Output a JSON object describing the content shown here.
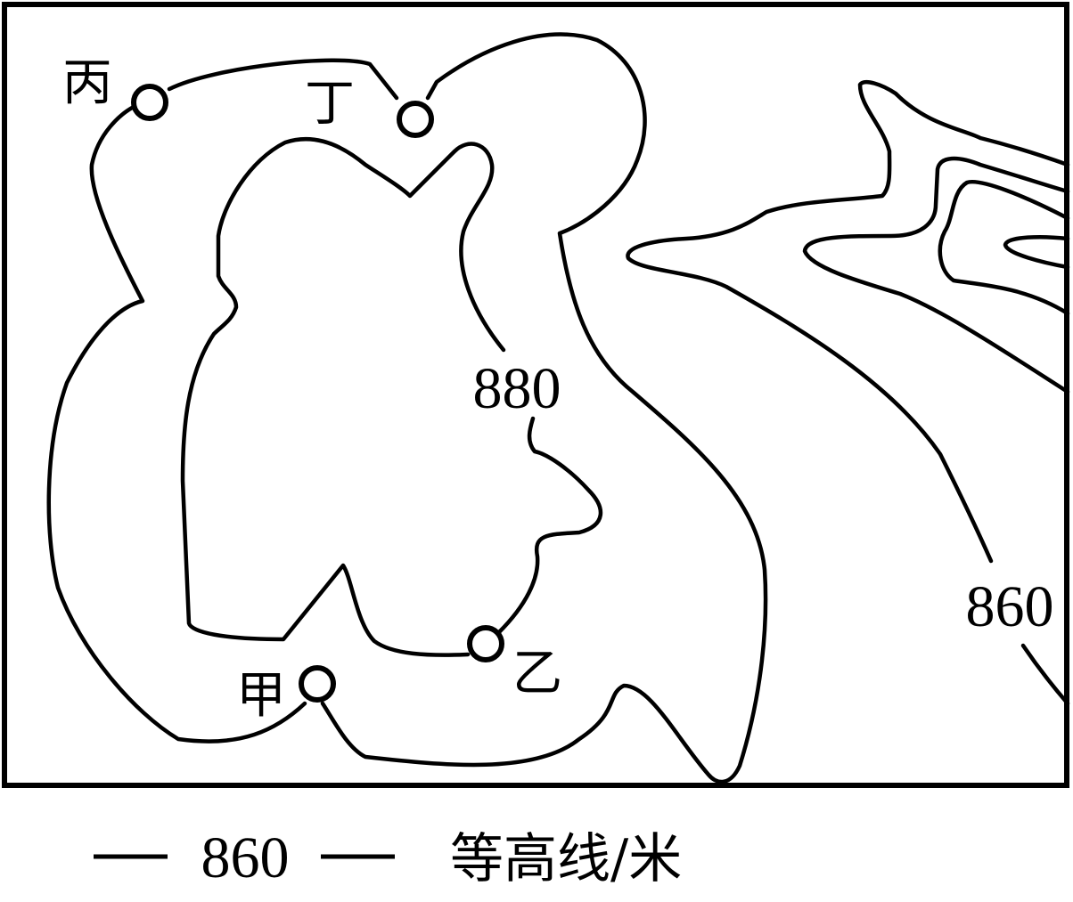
{
  "map": {
    "contour_labels": [
      "880",
      "860"
    ],
    "points": [
      {
        "name": "丙"
      },
      {
        "name": "丁"
      },
      {
        "name": "甲"
      },
      {
        "name": "乙"
      }
    ]
  },
  "legend": {
    "value": "860",
    "text": "等高线/米"
  },
  "colors": {
    "line": "#000000",
    "background": "#ffffff"
  }
}
